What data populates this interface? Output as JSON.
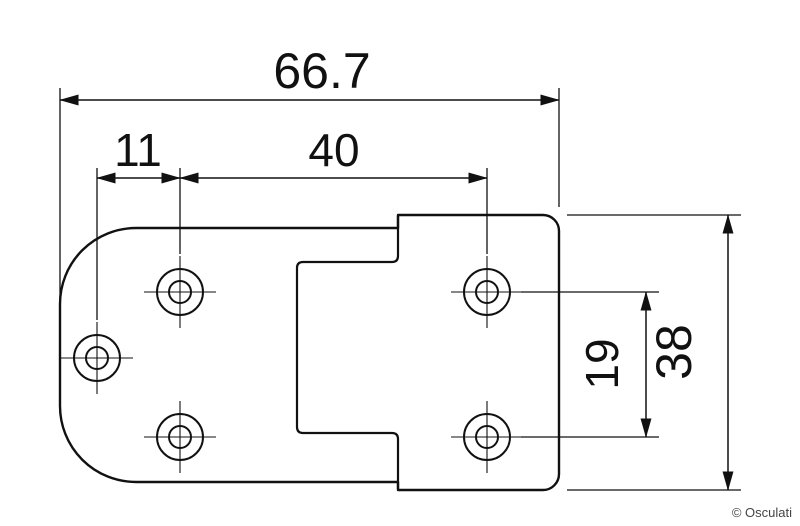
{
  "page": {
    "background_color": "#ffffff",
    "line_color": "#111111"
  },
  "drawing": {
    "dimensions": {
      "overall_width": "66.7",
      "left_hole_offset": "11",
      "hole_spacing_horizontal": "40",
      "hole_spacing_vertical": "19",
      "overall_height": "38"
    },
    "copyright": "© Osculati"
  }
}
